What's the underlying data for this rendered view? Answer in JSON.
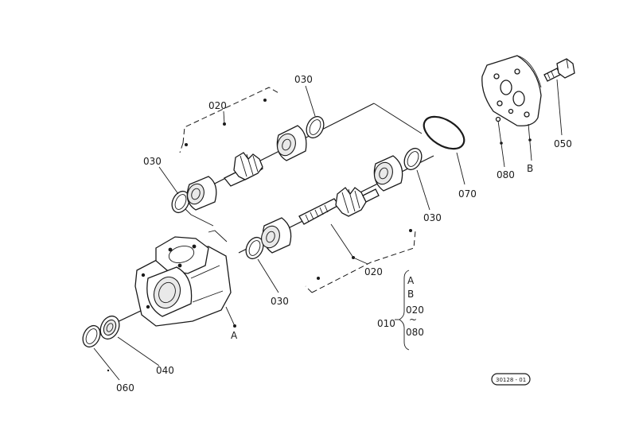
{
  "labels": {
    "l030_top": "030",
    "l020_top": "020",
    "l030_left": "030",
    "l070": "070",
    "l030_mid": "030",
    "l020_mid": "020",
    "l030_bottom": "030",
    "lA": "A",
    "l040": "040",
    "l060": "060",
    "l050": "050",
    "l080": "080",
    "lB": "B"
  },
  "kit": {
    "a": "A",
    "b": "B",
    "c020": "020",
    "tilde": "~",
    "c080": "080",
    "c010": "010"
  },
  "stamp": "30128 - 01"
}
